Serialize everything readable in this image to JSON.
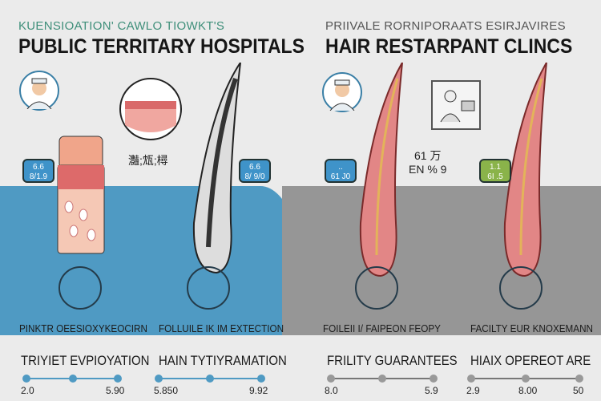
{
  "left": {
    "subtitle": "KUENSIOATION' CAWLO TIOWKT'S",
    "title": "PUBLIC TERRITARY HOSPITALS",
    "center_label": "灎;瓭;樳",
    "badges": [
      {
        "top": "6.6",
        "value": "8/1.9"
      },
      {
        "top": "6.6",
        "value": "8/ 9/0"
      }
    ],
    "captions": [
      "PINKTR OEESIOXYKEOCIRN",
      "FOLLUILE IK IM EXTECTION"
    ],
    "stats": [
      {
        "title": "TRIYIET EVPIOYATION",
        "values": [
          "2.0",
          "5.90"
        ]
      },
      {
        "title": "HAIN TYTIYRAMATION",
        "values": [
          "5.850",
          "9.92"
        ]
      }
    ],
    "color": "#4f9ac3"
  },
  "right": {
    "subtitle": "PRIIVALE RORNIPORAATS ESIRJAVIRES",
    "title": "HAIR RESTARPANT CLINCS",
    "center_label": [
      "61 万",
      "EN % 9"
    ],
    "badges": [
      {
        "top": "..",
        "value": "61 J0"
      },
      {
        "top": "1.1",
        "value": "6I .5"
      }
    ],
    "captions": [
      "FOILEII I/ FAIPEON FEOPY",
      "FACILTY  EUR KNOXEMANN"
    ],
    "stats": [
      {
        "title": "FRILITY GUARANTEES",
        "values": [
          "8.0",
          "5.9"
        ]
      },
      {
        "title": "HIAIX OPEREOT ARE",
        "values": [
          "2.9",
          "8.00",
          "50"
        ]
      }
    ],
    "color": "#969696"
  },
  "colors": {
    "blue": "#4f9ac3",
    "green": "#8ab34a",
    "gray": "#969696",
    "teal": "#3f8f7a"
  }
}
